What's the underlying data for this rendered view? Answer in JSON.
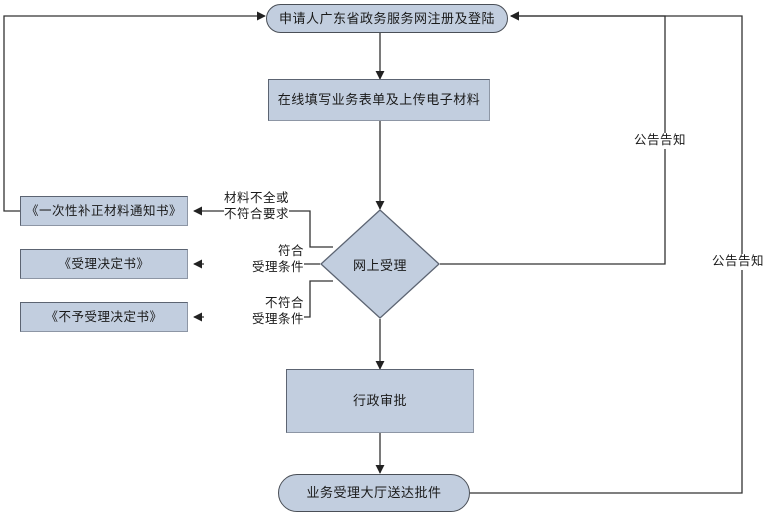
{
  "diagram": {
    "title_node": "申请人广东省政务服务网注册及登陆",
    "nodes": {
      "register_login": "申请人广东省政务服务网注册及登陆",
      "fill_form": "在线填写业务表单及上传电子材料",
      "online_acceptance": "网上受理",
      "correction_notice": "《一次性补正材料通知书》",
      "acceptance_decision": "《受理决定书》",
      "non_acceptance_decision": "《不予受理决定书》",
      "administrative_approval": "行政审批",
      "delivery_hall": "业务受理大厅送达批件"
    },
    "edge_labels": {
      "materials_incomplete_l1": "材料不全或",
      "materials_incomplete_l2": "不符合要求",
      "meets_conditions_l1": "符合",
      "meets_conditions_l2": "受理条件",
      "not_meets_conditions_l1": "不符合",
      "not_meets_conditions_l2": "受理条件",
      "announcement_inner": "公告告知",
      "announcement_outer": "公告告知"
    },
    "colors": {
      "node_fill": "#c2cedf",
      "node_border": "#6d7787",
      "edge_stroke": "#333333",
      "background": "#ffffff"
    }
  }
}
